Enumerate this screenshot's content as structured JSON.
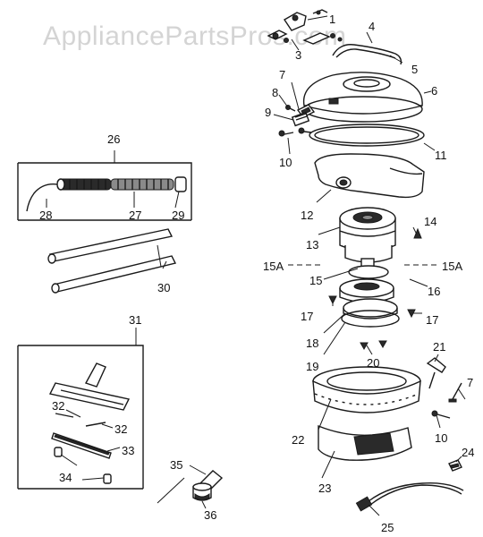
{
  "watermark": "AppliancePartsPros.com",
  "callouts": {
    "c1": "1",
    "c3": "3",
    "c4": "4",
    "c5": "5",
    "c6": "6",
    "c7a": "7",
    "c8": "8",
    "c9": "9",
    "c10a": "10",
    "c11": "11",
    "c12": "12",
    "c13": "13",
    "c14": "14",
    "c15a_left": "15A",
    "c15a_right": "15A",
    "c15": "15",
    "c16": "16",
    "c17a": "17",
    "c17b": "17",
    "c18": "18",
    "c19": "19",
    "c20": "20",
    "c21": "21",
    "c7b": "7",
    "c10b": "10",
    "c22": "22",
    "c23": "23",
    "c24": "24",
    "c25": "25",
    "c26": "26",
    "c27": "27",
    "c28": "28",
    "c29": "29",
    "c30": "30",
    "c31": "31",
    "c32a": "32",
    "c32b": "32",
    "c33": "33",
    "c34": "34",
    "c35": "35",
    "c36": "36"
  }
}
